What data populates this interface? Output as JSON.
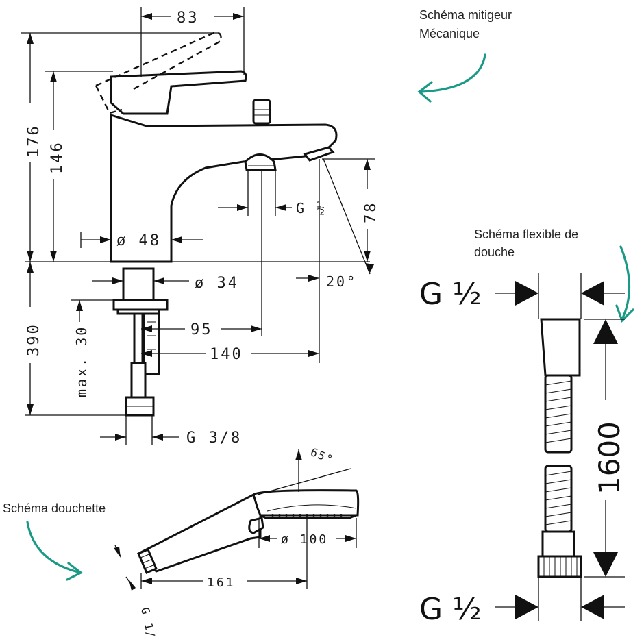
{
  "captions": {
    "mixer_line1": "Schéma mitigeur",
    "mixer_line2": "Mécanique",
    "hose_line1": "Schéma flexible de",
    "hose_line2": "douche",
    "handshower": "Schéma douchette"
  },
  "mixer_dims": {
    "width_top": "83",
    "height_total": "176",
    "height_spout": "146",
    "diameter_base": "ø 48",
    "thread_outlet": "G ½",
    "spout_height": "78",
    "angle": "20°",
    "diameter_shank": "ø 34",
    "below_deck": "390",
    "max_deck": "max. 30",
    "offset_95": "95",
    "offset_140": "140",
    "thread_inlet": "G 3/8"
  },
  "hose_dims": {
    "thread_top": "G ½",
    "length": "1600",
    "thread_bottom": "G ½"
  },
  "shower_dims": {
    "angle": "65°",
    "diameter_head": "ø 100",
    "length": "161",
    "thread": "G 1/"
  },
  "colors": {
    "arrow": "#1a9a86",
    "lines": "#111111"
  }
}
